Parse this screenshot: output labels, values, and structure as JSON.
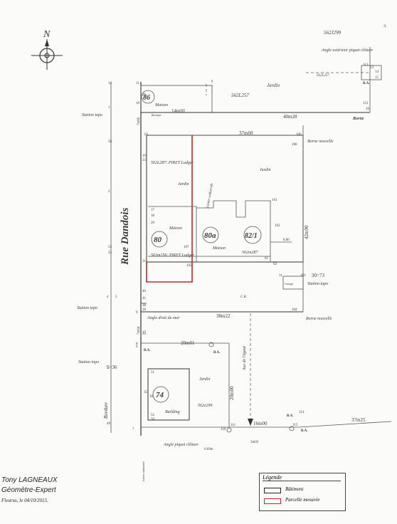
{
  "page_number": "3.",
  "north": "N",
  "street": "Rue Dandois",
  "street_side": "Bordure",
  "parcels": {
    "p86": "86",
    "p80": "80",
    "p80a": "80a",
    "p82_1": "82/1",
    "p74": "74"
  },
  "texts": {
    "maison_86": "Maison",
    "baraque": "Baraque",
    "jardin_top": "Jardin",
    "c562l257_top": "562L257",
    "c562j299_top": "562J299",
    "angle_exterieur": "Angle extérieur piquet clôture",
    "c562l257_small": "562L257",
    "borne": "Borne",
    "borne_nouvelle_1": "Borne nouvelle",
    "borne_nouvelle_2": "Borne nouvelle",
    "piret_top": "562L287: PIRET Ludger",
    "jardin_80": "Jardin",
    "jardin_82": "Jardin",
    "limite_cadastrale": "Limite cadastrale",
    "maison_80": "Maison",
    "maison_80a": "Maison",
    "c562m287": "562m287",
    "piret_bottom": "562m256: PIRET Ludger",
    "garage": "Garage",
    "station_tapo_right": "Station tapo",
    "cr": "C.R.",
    "angle_droit_mur": "Angle droit du mur",
    "axe_egout": "Axe de l'égout",
    "jardin_74": "Jardin",
    "building": "Building",
    "c562z299": "562z299",
    "angle_piquet_cloture": "Angle piquet clôture",
    "station_topo_1": "Station topo",
    "station_topo_2": "Station topo",
    "station_topo_3": "Station topo",
    "ba_1": "B.A.",
    "ba_2": "B.A.",
    "ba_3": "B.A.",
    "ba_4": "B.A.",
    "ba_5": "B.A.",
    "limite_cadastrale_2": "Limite cadastrale"
  },
  "measures": {
    "m14m01": "14m01",
    "m40m28": "40m28",
    "m37m60": "37m60",
    "m42m90": "42m90",
    "m38m22": "38m22",
    "m20m01": "20m01",
    "m20m00": "20m00",
    "m16m00": "16m00",
    "m37m25": "37m25",
    "m30m73": "30=73",
    "m5m36": "5=36",
    "m7m60": "7m60",
    "m7m64": "7m64",
    "m8m00": "8.00",
    "m3m03": "3m03",
    "m0m69": "0.69m"
  },
  "points": [
    "11",
    "12",
    "1",
    "2",
    "3",
    "4",
    "5",
    "6",
    "7",
    "8",
    "9",
    "10",
    "13",
    "14",
    "15",
    "16",
    "17",
    "18",
    "19",
    "20",
    "21",
    "22",
    "25",
    "26",
    "30",
    "31",
    "33",
    "35",
    "36",
    "37",
    "38",
    "40",
    "41",
    "49",
    "50",
    "51",
    "52",
    "55",
    "56",
    "61",
    "62",
    "63",
    "101",
    "102",
    "103",
    "104",
    "105",
    "106",
    "107",
    "108",
    "110",
    "111",
    "112",
    "113",
    "114",
    "115"
  ],
  "legend": {
    "title": "Légende",
    "item1": "Bâtiment",
    "item2": "Parcelle mesurée"
  },
  "surveyor": {
    "name": "Tony LAGNEAUX",
    "role": "Géomètre-Expert",
    "place_date": "Fleurus, le 04/10/2015."
  },
  "colors": {
    "ink": "#333333",
    "parcel_red": "#c0282d"
  }
}
